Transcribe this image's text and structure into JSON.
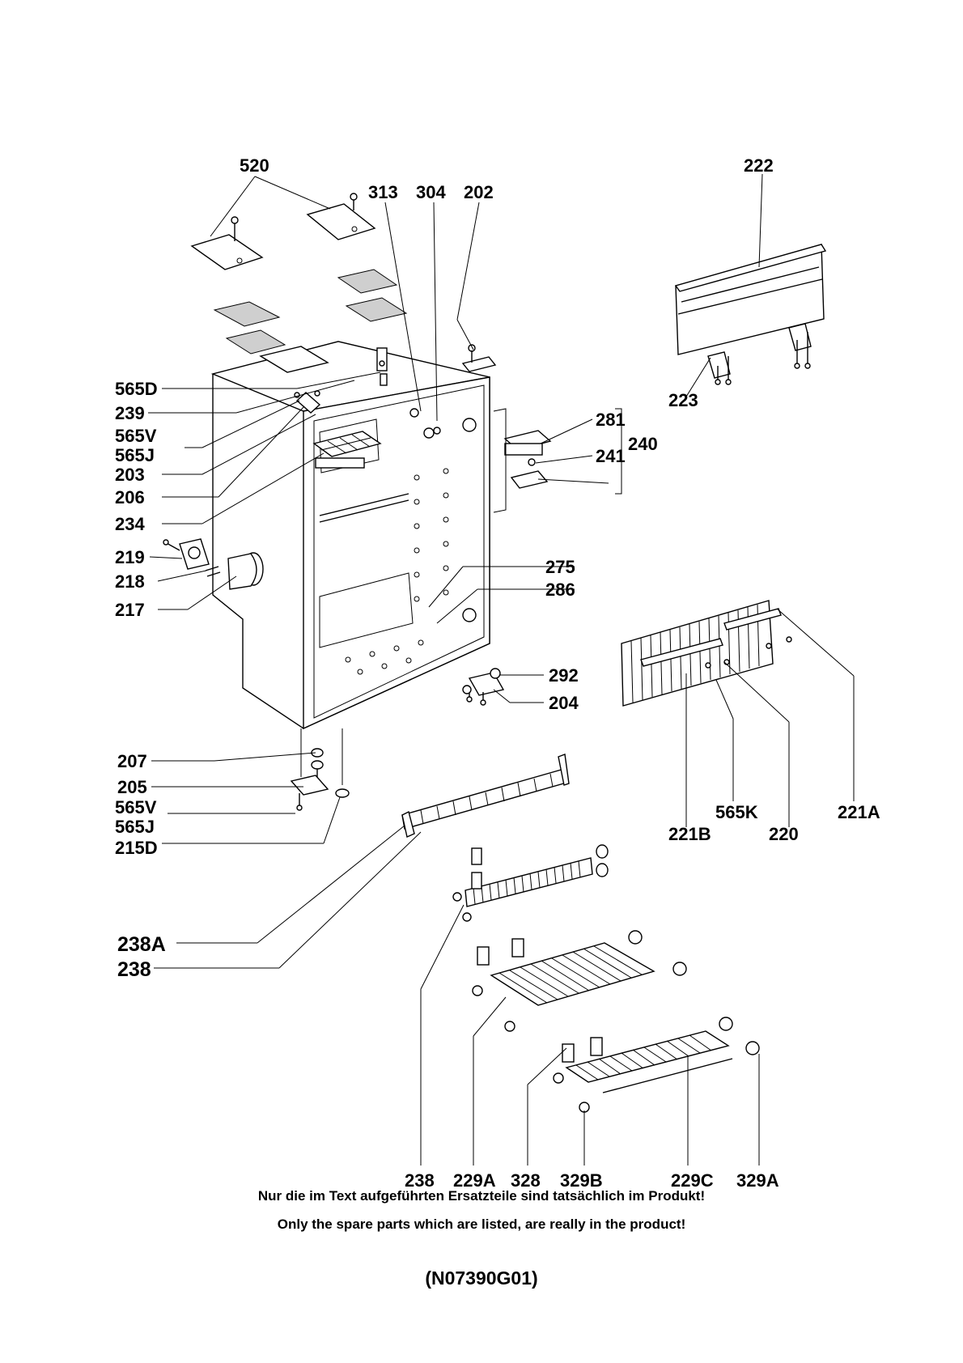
{
  "callouts": {
    "c520": "520",
    "c313": "313",
    "c304": "304",
    "c202": "202",
    "c222": "222",
    "c565D": "565D",
    "c239": "239",
    "c565V_a": "565V",
    "c565J_a": "565J",
    "c203": "203",
    "c206": "206",
    "c234": "234",
    "c219": "219",
    "c218": "218",
    "c217": "217",
    "c223": "223",
    "c281": "281",
    "c241": "241",
    "c240": "240",
    "c275": "275",
    "c286": "286",
    "c292": "292",
    "c204": "204",
    "c207": "207",
    "c205": "205",
    "c565V_b": "565V",
    "c565J_b": "565J",
    "c215D": "215D",
    "c238A": "238A",
    "c238_a": "238",
    "c565K": "565K",
    "c221A": "221A",
    "c221B": "221B",
    "c220": "220",
    "c238_b": "238",
    "c229A": "229A",
    "c328": "328",
    "c329B": "329B",
    "c229C": "229C",
    "c329A": "329A"
  },
  "notes": {
    "german": "Nur die im Text aufgeführten Ersatzteile sind tatsächlich im Produkt!",
    "english": "Only the spare parts which are listed, are really in the product!"
  },
  "drawing_number": "(N07390G01)"
}
